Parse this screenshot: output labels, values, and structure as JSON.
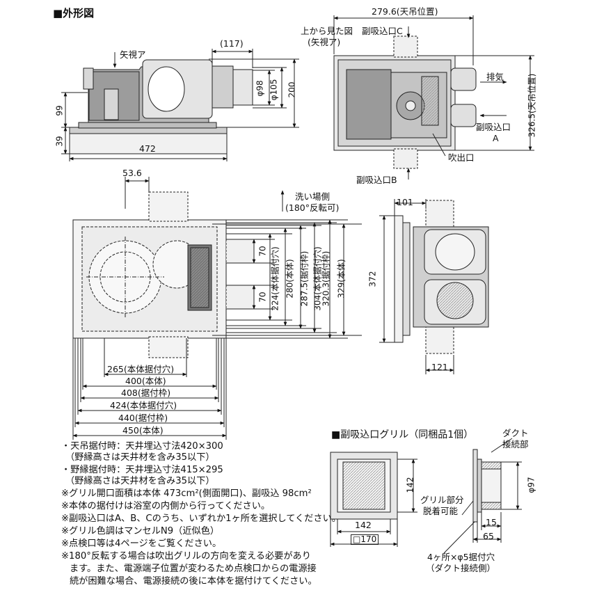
{
  "title": "■外形図",
  "view_a": {
    "arrow_label": "矢視ア",
    "dim_117": "(117)",
    "phi98": "φ98",
    "phi105": "φ105",
    "h200": "200",
    "h99": "99",
    "h39": "39",
    "w472": "472"
  },
  "top_view": {
    "w279": "279.6(天吊位置)",
    "caption_line1": "上から見た図",
    "caption_line2": "(矢視ア)",
    "inlet_c": "副吸込口C",
    "exhaust": "排気",
    "inlet_a_1": "副吸込口",
    "inlet_a_2": "A",
    "outlet": "吹出口",
    "inlet_b": "副吸込口B",
    "h326": "326.5(天吊位置)"
  },
  "front_view": {
    "w53": "53.6",
    "wash_1": "洗い場側",
    "wash_2": "(180°反転可)",
    "d70a": "70",
    "d70b": "70",
    "d224": "224(本体据付穴)",
    "d280": "280(本体)",
    "d287": "287.5(据付枠)",
    "d304": "304(本体据付穴)",
    "d320": "320.3(据付枠)",
    "d329": "329(本体)",
    "w265": "265(本体据付穴)",
    "w400": "400(本体)",
    "w408": "408(据付枠)",
    "w424": "424(本体据付穴)",
    "w440": "440(据付枠)",
    "w450": "450(本体)"
  },
  "side_view": {
    "w101": "101",
    "h372": "372",
    "w121": "121"
  },
  "notes": [
    "・天吊据付時：天井埋込寸法420×300",
    "（野縁高さは天井材を含み35以下）",
    "・野縁据付時：天井埋込寸法415×295",
    "（野縁高さは天井材を含み35以下）",
    "※グリル開口面積は本体 473cm²(側面開口)、副吸込 98cm²",
    "※本体の据付けは浴室の内側から行ってください。",
    "※副吸込口はA、B、Cのうち、いずれか1ヶ所を選択してください。",
    "※グリル色調はマンセルN9（近似色）",
    "※点検口等は4ページをご覧ください。",
    "※180°反転する場合は吹出グリルの方向を変える必要があり",
    "ます。また、電源端子位置が変わるため点検口からの電源接",
    "続が困難な場合、電源接続の後に本体を据付けてください。"
  ],
  "grille": {
    "title": "■副吸込口グリル（同梱品1個）",
    "duct_1": "ダクト",
    "duct_2": "接続部",
    "h142": "142",
    "w142": "142",
    "sq170": "□170",
    "phi97": "φ97",
    "detach_1": "グリル部分",
    "detach_2": "脱着可能",
    "d15": "15",
    "d65": "65",
    "holes_1": "4ヶ所×φ5据付穴",
    "holes_2": "（ダクト接続側）"
  }
}
